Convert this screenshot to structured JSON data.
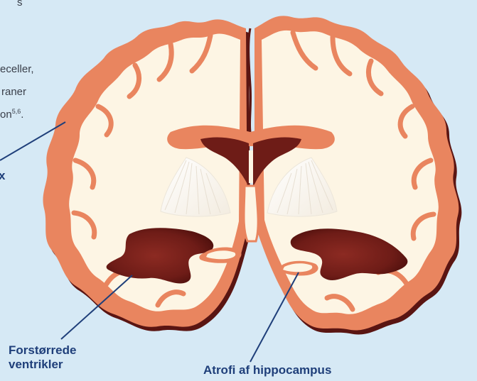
{
  "text_fragments": {
    "line1": "s",
    "line2": "eceller,",
    "line3": "raner",
    "line4_text": "on",
    "line4_sup": "5,6",
    "line4_end": ".",
    "cut_label": "x"
  },
  "labels": {
    "ventricles_line1": "Forstørrede",
    "ventricles_line2": "ventrikler",
    "hippocampus": "Atrofi af hippocampus"
  },
  "colors": {
    "background": "#d6e9f5",
    "cortex": "#e9855f",
    "white_matter": "#fdf5e4",
    "ventricle": "#7a1e1a",
    "shadow": "#5a1512",
    "label": "#1f3f7a"
  }
}
